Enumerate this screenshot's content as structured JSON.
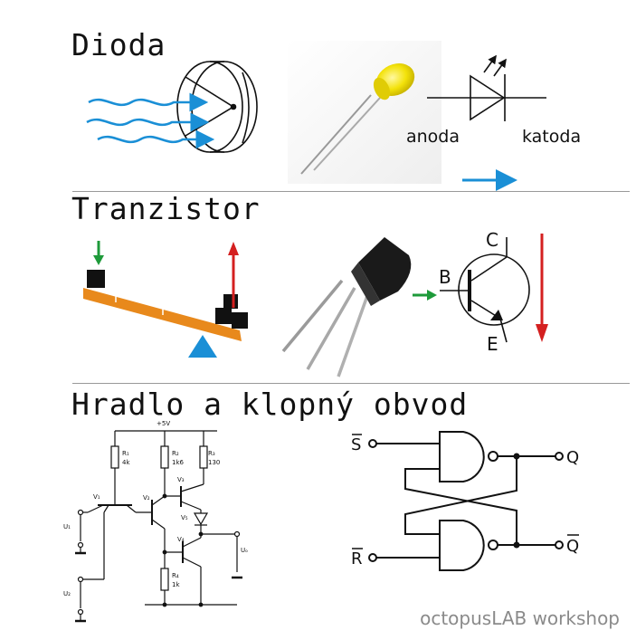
{
  "sections": {
    "dioda": {
      "title": "Dioda",
      "anode_label": "anoda",
      "cathode_label": "katoda"
    },
    "tranzistor": {
      "title": "Tranzistor",
      "base_label": "B",
      "collector_label": "C",
      "emitter_label": "E"
    },
    "hradlo": {
      "title": "Hradlo a klopný obvod"
    }
  },
  "ttl_circuit": {
    "supply": "+5V",
    "r1": "R₁",
    "r1_val": "4k",
    "r2": "R₂",
    "r2_val": "1k6",
    "r3": "R₃",
    "r3_val": "130",
    "r4": "R₄",
    "r4_val": "1k",
    "v1": "V₁",
    "v2": "V₂",
    "v3": "V₃",
    "v4": "V₄",
    "v5": "V₅",
    "u1": "U₁",
    "u2": "U₂",
    "uo": "Uₒ"
  },
  "sr_latch": {
    "s_label": "S",
    "r_label": "R",
    "q_label": "Q",
    "qbar_label": "Q"
  },
  "footer": {
    "text": "octopusLAB workshop"
  },
  "colors": {
    "arrow_blue": "#1a8fd6",
    "arrow_green": "#1e9a3a",
    "arrow_red": "#d42020",
    "seesaw_orange": "#e8891c",
    "led_yellow": "#f3e20a"
  }
}
